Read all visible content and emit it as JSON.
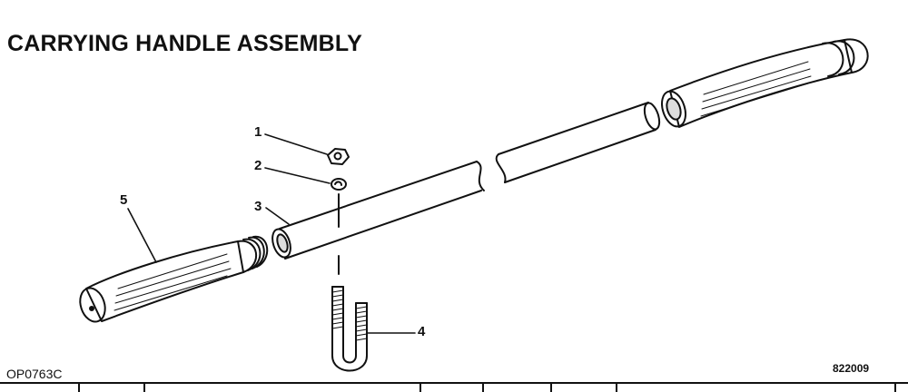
{
  "diagram": {
    "title": "CARRYING HANDLE ASSEMBLY",
    "figure_code": "OP0763C",
    "part_code": "822009",
    "callouts": [
      "1",
      "2",
      "3",
      "4",
      "5"
    ],
    "parts": [
      {
        "label": "1",
        "icon": "hex-nut-icon"
      },
      {
        "label": "2",
        "icon": "lock-washer-icon"
      },
      {
        "label": "3",
        "icon": "tube-icon"
      },
      {
        "label": "4",
        "icon": "u-bolt-icon"
      },
      {
        "label": "5",
        "icon": "grip-icon"
      }
    ]
  }
}
